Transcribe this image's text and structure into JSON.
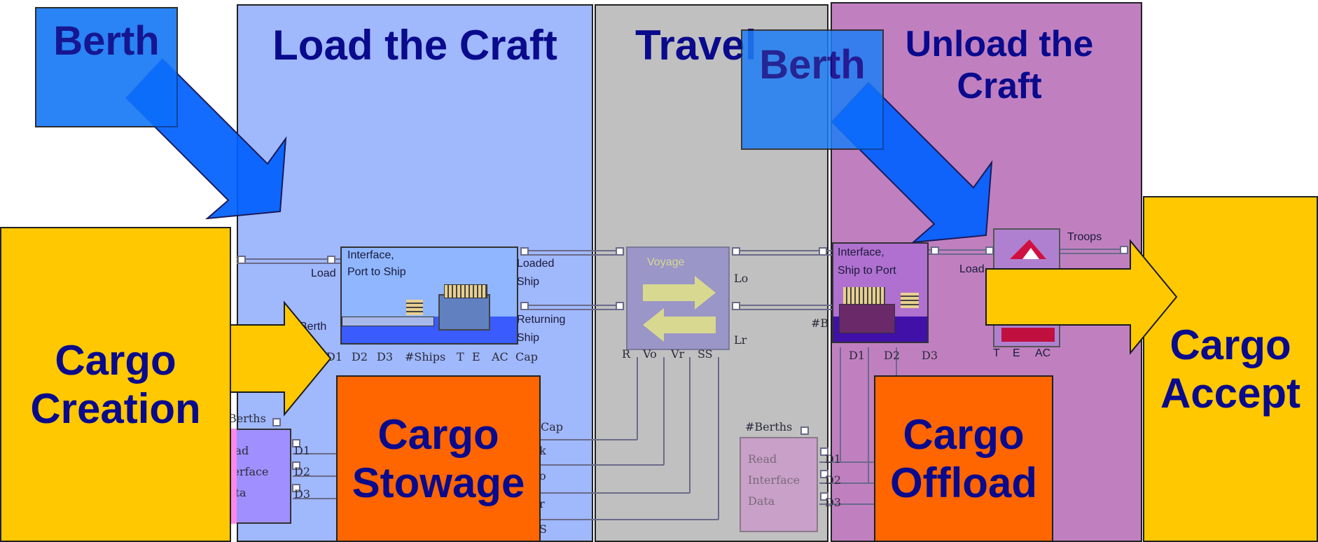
{
  "phases": {
    "load": "Load the Craft",
    "travel": "Travel",
    "unload_l1": "Unload the",
    "unload_l2": "Craft"
  },
  "overlays": {
    "berth_left": "Berth",
    "berth_right": "Berth",
    "cargo_creation_l1": "Cargo",
    "cargo_creation_l2": "Creation",
    "cargo_stowage_l1": "Cargo",
    "cargo_stowage_l2": "Stowage",
    "cargo_offload_l1": "Cargo",
    "cargo_offload_l2": "Offload",
    "cargo_accept_l1": "Cargo",
    "cargo_accept_l2": "Accept"
  },
  "model": {
    "interface_port_ship_l1": "Interface,",
    "interface_port_ship_l2": "Port to Ship",
    "load_in": "Load",
    "berth_in": "Berth",
    "loaded_ship_l1": "Loaded",
    "loaded_ship_l2": "Ship",
    "returning_ship_l1": "Returning",
    "returning_ship_l2": "Ship",
    "ports_bottom": [
      "D1",
      "D2",
      "D3",
      "#Ships",
      "T",
      "E",
      "AC",
      "Cap"
    ],
    "berths_left": "Berths",
    "read_interface_left": [
      "ead",
      "terface",
      "ata"
    ],
    "d_ports_left": [
      "D1",
      "D2",
      "D3"
    ],
    "cap_right": "Cap",
    "stub_labels": [
      "k",
      "o",
      "r",
      "S"
    ],
    "voyage": "Voyage",
    "voyage_ports": [
      "R",
      "Vo",
      "Vr",
      "SS"
    ],
    "voyage_in": [
      "Lo",
      "Lr"
    ],
    "berths_mid": "#Berths",
    "read_interface_mid": [
      "Read",
      "Interface",
      "Data"
    ],
    "interface_ship_port_l1": "Interface,",
    "interface_ship_port_l2": "Ship to Port",
    "hash_b": "#B",
    "d_ports_right": [
      "D1",
      "D2",
      "D3"
    ],
    "load_out": "Load",
    "troops": "Troops",
    "tea_ports": [
      "T",
      "E",
      "AC"
    ],
    "d_ports_mid": [
      "D1",
      "D2",
      "D3"
    ]
  },
  "colors": {
    "load_phase": "#a0b8fc",
    "travel_phase": "#c0c0c0",
    "unload_phase": "#c080c0",
    "berth_blue": "#1f7ef5",
    "arrow_blue": "#0060ff",
    "cargo_yellow": "#ffc800",
    "cargo_orange": "#ff6600",
    "title_navy": "#0a0a8c"
  }
}
